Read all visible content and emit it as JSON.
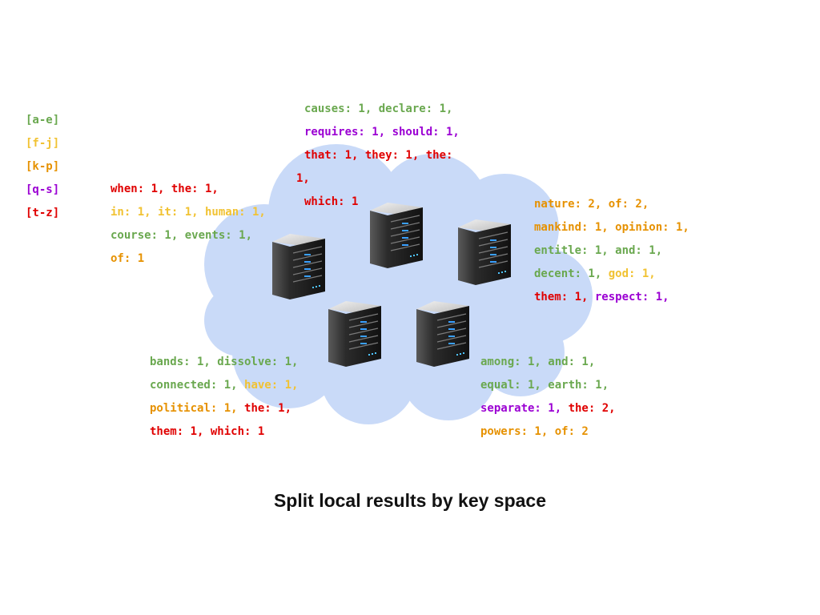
{
  "colors": {
    "ae": "#6aa84f",
    "fj": "#f1c232",
    "kp": "#e69100",
    "qs": "#9b00d3",
    "tz": "#e00000",
    "cloud": "#c9daf8"
  },
  "legend": [
    {
      "label": "[a-e]",
      "color": "ae"
    },
    {
      "label": "[f-j]",
      "color": "fj"
    },
    {
      "label": "[k-p]",
      "color": "kp"
    },
    {
      "label": "[q-s]",
      "color": "qs"
    },
    {
      "label": "[t-z]",
      "color": "tz"
    }
  ],
  "groups": [
    {
      "id": "top-center",
      "lines": [
        [
          {
            "t": "causes: 1, declare: 1,",
            "c": "ae"
          }
        ],
        [
          {
            "t": "requires: 1, should: 1,",
            "c": "qs"
          }
        ],
        [
          {
            "t": "that: 1, they: 1, the:",
            "c": "tz"
          }
        ],
        [
          {
            "t": "1,",
            "c": "tz"
          }
        ],
        [
          {
            "t": "which: 1",
            "c": "tz"
          }
        ]
      ]
    },
    {
      "id": "left",
      "lines": [
        [
          {
            "t": "when: 1, the: 1,",
            "c": "tz"
          }
        ],
        [
          {
            "t": "in: 1, it: 1, human: 1,",
            "c": "fj"
          }
        ],
        [
          {
            "t": "course: 1, events: 1,",
            "c": "ae"
          }
        ],
        [
          {
            "t": "of: 1",
            "c": "kp"
          }
        ]
      ]
    },
    {
      "id": "right",
      "lines": [
        [
          {
            "t": "nature: 2, of: 2,",
            "c": "kp"
          }
        ],
        [
          {
            "t": "mankind: 1, opinion: 1,",
            "c": "kp"
          }
        ],
        [
          {
            "t": "entitle: 1, and: 1,",
            "c": "ae"
          }
        ],
        [
          {
            "t": "decent: 1, ",
            "c": "ae"
          },
          {
            "t": "god: 1,",
            "c": "fj"
          }
        ],
        [
          {
            "t": "them: 1, ",
            "c": "tz"
          },
          {
            "t": "respect: 1,",
            "c": "qs"
          }
        ]
      ]
    },
    {
      "id": "bottom-left",
      "lines": [
        [
          {
            "t": "bands: 1, dissolve: 1,",
            "c": "ae"
          }
        ],
        [
          {
            "t": "connected: 1, ",
            "c": "ae"
          },
          {
            "t": "have: 1,",
            "c": "fj"
          }
        ],
        [
          {
            "t": "political: 1, ",
            "c": "kp"
          },
          {
            "t": "the: 1,",
            "c": "tz"
          }
        ],
        [
          {
            "t": "them: 1, which: 1",
            "c": "tz"
          }
        ]
      ]
    },
    {
      "id": "bottom-right",
      "lines": [
        [
          {
            "t": "among: 1, and: 1,",
            "c": "ae"
          }
        ],
        [
          {
            "t": "equal: 1, earth: 1,",
            "c": "ae"
          }
        ],
        [
          {
            "t": "separate: 1, ",
            "c": "qs"
          },
          {
            "t": "the: 2,",
            "c": "tz"
          }
        ],
        [
          {
            "t": "powers: 1, of: 2",
            "c": "kp"
          }
        ]
      ]
    }
  ],
  "caption": "Split local results by key space",
  "servers": [
    {
      "icon": "server-icon"
    },
    {
      "icon": "server-icon"
    },
    {
      "icon": "server-icon"
    },
    {
      "icon": "server-icon"
    },
    {
      "icon": "server-icon"
    }
  ]
}
